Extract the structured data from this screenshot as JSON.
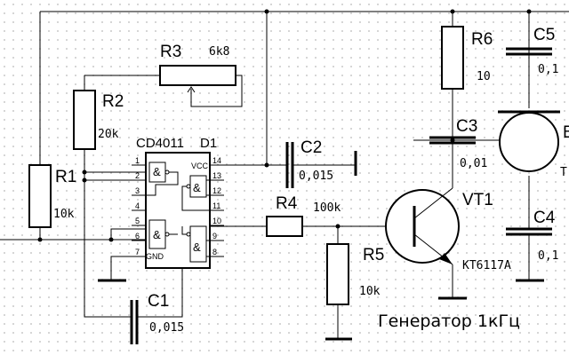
{
  "title": "Генератор 1кГц",
  "ic": {
    "part": "CD4011",
    "ref": "D1",
    "vcc": "VCC",
    "gnd": "GND",
    "pins_left": [
      "1",
      "2",
      "3",
      "4",
      "5",
      "6",
      "7"
    ],
    "pins_right": [
      "14",
      "13",
      "12",
      "11",
      "10",
      "9",
      "8"
    ]
  },
  "gate_symbol": "&",
  "components": {
    "r1": {
      "ref": "R1",
      "value": "10k"
    },
    "r2": {
      "ref": "R2",
      "value": "20k"
    },
    "r3": {
      "ref": "R3",
      "value": "6k8"
    },
    "r4": {
      "ref": "R4",
      "value": "100k"
    },
    "r5": {
      "ref": "R5",
      "value": "10k"
    },
    "r6": {
      "ref": "R6",
      "value": "10"
    },
    "c1": {
      "ref": "C1",
      "value": "0,015"
    },
    "c2": {
      "ref": "C2",
      "value": "0,015"
    },
    "c3": {
      "ref": "C3",
      "value": "0,01"
    },
    "c4": {
      "ref": "C4",
      "value": "0,1"
    },
    "c5": {
      "ref": "C5",
      "value": "0,1"
    },
    "vt1": {
      "ref": "VT1",
      "part": "KT6117A"
    },
    "b1": {
      "ref": "B",
      "value": "T"
    }
  }
}
